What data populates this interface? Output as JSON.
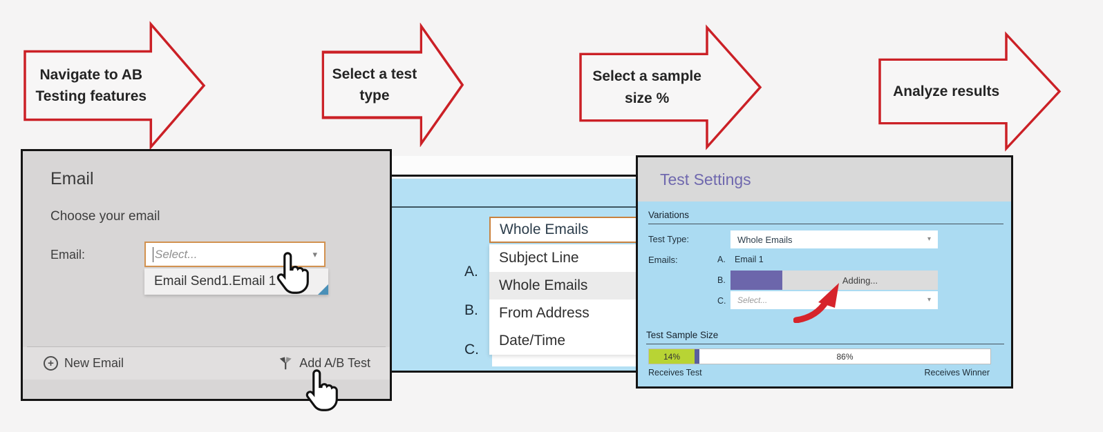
{
  "colors": {
    "arrow-red": "#cb2026",
    "title-purple": "#6f68ae",
    "progress-purple": "#6c66ab",
    "sample-green": "#b8d434",
    "divider-indigo": "#5a5f9e",
    "select-orange": "#d2914f",
    "panel-blue": "#b4e0f4",
    "panel-blue-2": "#abdbf2"
  },
  "steps": [
    {
      "label": "Navigate to AB Testing features"
    },
    {
      "label": "Select a test type"
    },
    {
      "label": "Select a sample size %"
    },
    {
      "label": "Analyze results"
    }
  ],
  "email_panel": {
    "title": "Email",
    "subtitle": "Choose your email",
    "field_label": "Email:",
    "select_placeholder": "Select...",
    "dropdown_option": "Email Send1.Email 1",
    "new_email_label": "New Email",
    "add_ab_test_label": "Add A/B Test"
  },
  "test_type_panel": {
    "selected_value": "Whole Emails",
    "options": [
      "Subject Line",
      "Whole Emails",
      "From Address",
      "Date/Time"
    ],
    "row_labels": [
      "A.",
      "B.",
      "C."
    ]
  },
  "test_settings_panel": {
    "title": "Test Settings",
    "variations_label": "Variations",
    "test_type_label": "Test Type:",
    "test_type_value": "Whole Emails",
    "emails_label": "Emails:",
    "row_a_label": "A.",
    "row_a_value": "Email 1",
    "row_b_label": "B.",
    "row_b_status": "Adding...",
    "row_c_label": "C.",
    "row_c_placeholder": "Select...",
    "sample_size_label": "Test Sample Size",
    "sample_test_pct": "14%",
    "sample_winner_pct": "86%",
    "receives_test_label": "Receives Test",
    "receives_winner_label": "Receives Winner"
  },
  "icons": {
    "caret": "▾",
    "plus": "+"
  }
}
